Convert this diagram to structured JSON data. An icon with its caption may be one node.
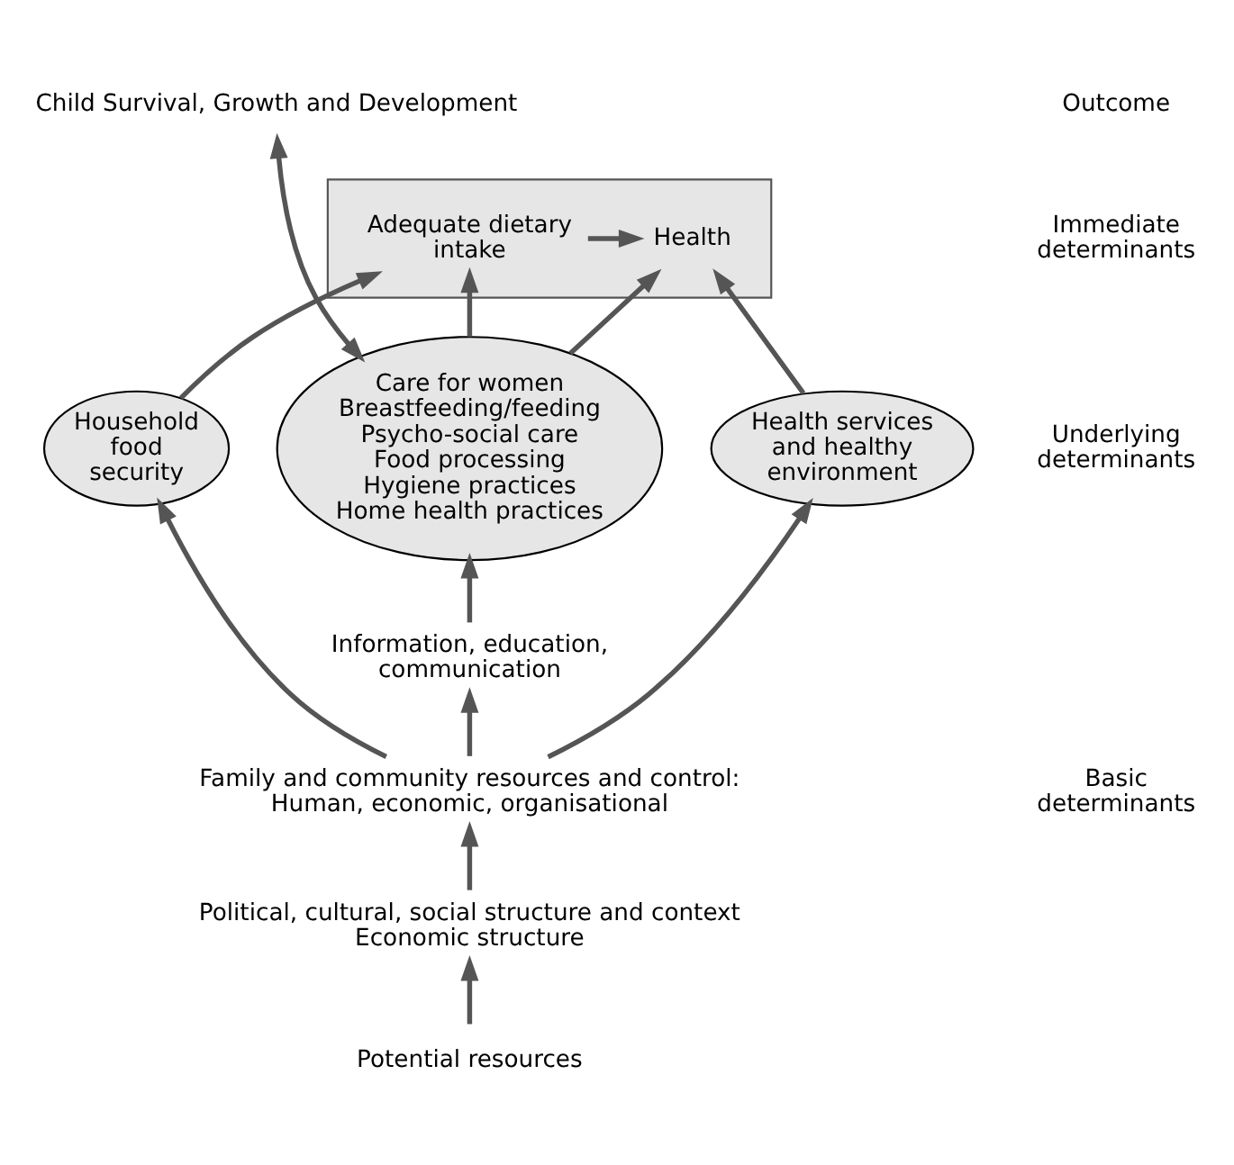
{
  "diagram": {
    "nodes": [
      {
        "text": [
          "Child Survival, Growth and Development"
        ]
      },
      {
        "text": [],
        "shape": "box"
      },
      {
        "text": [
          "Adequate dietary intake"
        ],
        "in": 1
      },
      {
        "text": [
          "Health"
        ],
        "in": 1
      },
      {
        "text": [
          "Household food security"
        ]
      },
      {
        "text": [
          "Care for women",
          "Breastfeeding/feeding",
          "Psycho-social care",
          "Food processing",
          "Hygiene practices",
          "Home health practices"
        ]
      },
      {
        "text": [
          "Health services and healthy environment"
        ]
      },
      {
        "text": [
          "Information, education, communication"
        ]
      },
      {
        "text": [
          "Family and community resources and control: Human, economic, organisational"
        ]
      },
      {
        "text": [
          "Political, cultural, social structure and context",
          "Economic structure"
        ]
      },
      {
        "text": [
          "Potential resources"
        ]
      }
    ],
    "edges": [
      {
        "from": 0,
        "to": 5,
        "arrow": "both"
      },
      {
        "from": 2,
        "to": 3,
        "arrow": "to"
      },
      {
        "from": 4,
        "to": 2,
        "arrow": "to"
      },
      {
        "from": 5,
        "to": 2,
        "arrow": "to"
      },
      {
        "from": 5,
        "to": 3,
        "arrow": "to"
      },
      {
        "from": 6,
        "to": 3,
        "arrow": "to"
      },
      {
        "from": 7,
        "to": 5,
        "arrow": "to"
      },
      {
        "from": 8,
        "to": 7,
        "arrow": "to"
      },
      {
        "from": 8,
        "to": 4,
        "arrow": "to"
      },
      {
        "from": 8,
        "to": 6,
        "arrow": "to"
      },
      {
        "from": 9,
        "to": 8,
        "arrow": "to"
      },
      {
        "from": 10,
        "to": 9,
        "arrow": "to"
      }
    ],
    "labels": [
      "Outcome",
      "Immediate determinants",
      "Underlying determinants",
      "Basic determinants"
    ]
  }
}
